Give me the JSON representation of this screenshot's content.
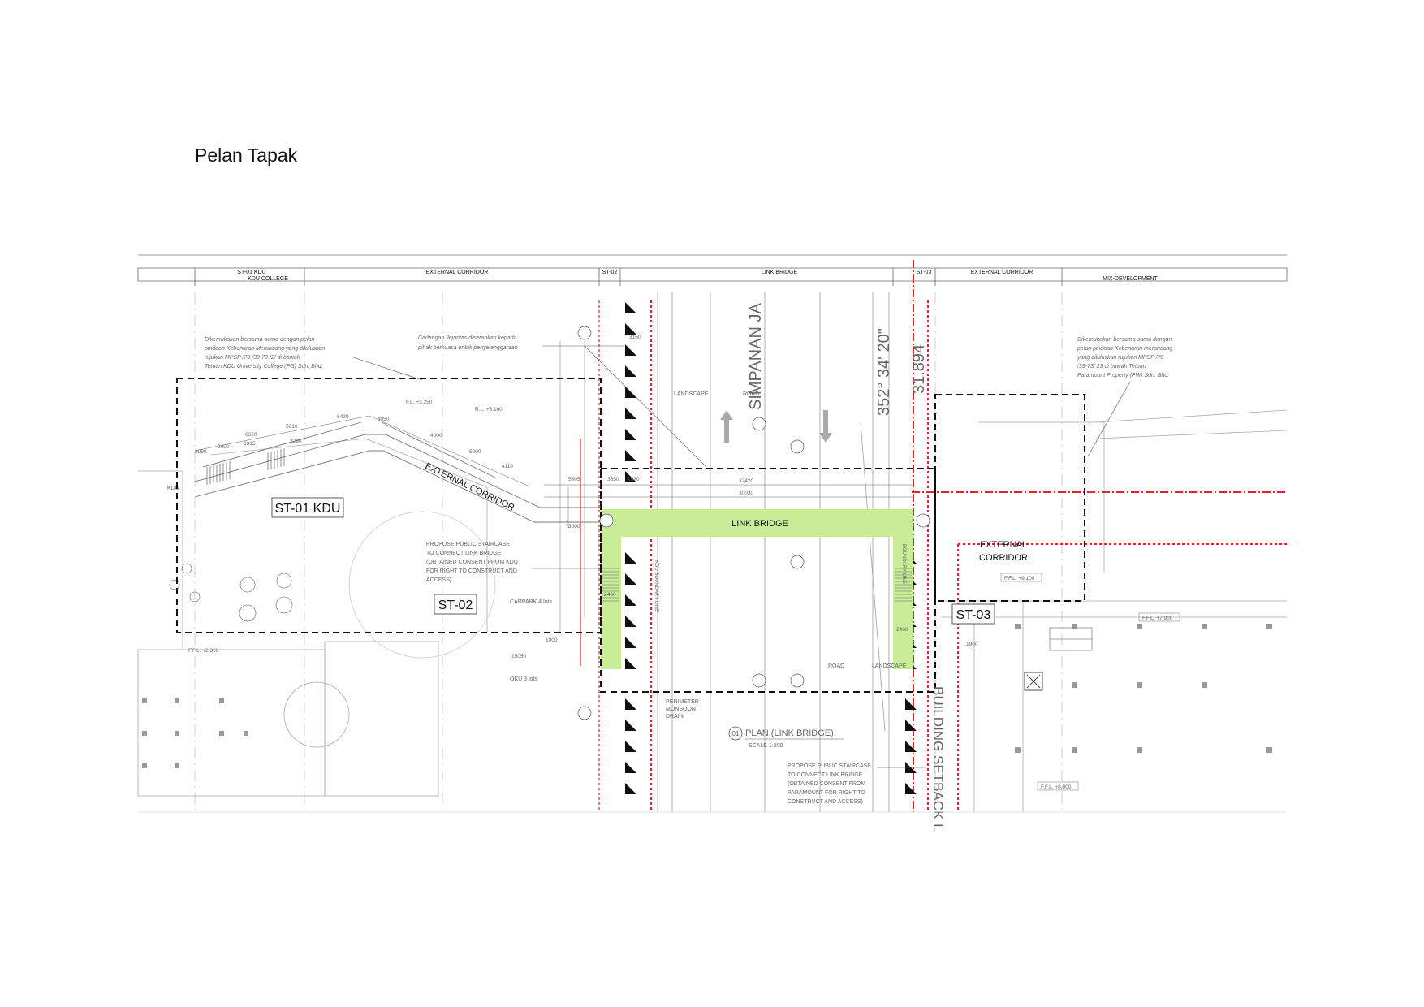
{
  "page": {
    "title": "Pelan Tapak"
  },
  "header_zones": {
    "st01": "ST-01 KDU",
    "kdu_college": "KDU COLLEGE",
    "external_corridor_1": "EXTERNAL CORRIDOR",
    "st02": "ST-02",
    "link_bridge": "LINK BRIDGE",
    "st03": "ST-03",
    "external_corridor_2": "EXTERNAL CORRIDOR",
    "mix_development": "MIX-DEVELOPMENT"
  },
  "notes": {
    "kdu": [
      "Dikemukakan bersama-sama dengan pelan",
      "pindaan Kebenaran Merancang yang diluluskan",
      "rujukan MPSP /70 /39-73 /2/ di bawah",
      "Tetuan KDU University College (PG) Sdn. Bhd."
    ],
    "jejantas": [
      "Cadangan Jejantas diserahkan kepada",
      "pihak berkuasa untuk penyelenggaraan"
    ],
    "paramount": [
      "Dikemukakan bersama-sama dengan",
      "pelan pindaan Kebenaran merancang",
      "yang diluluskan rujukan MPSP /70",
      "/39-73/ 23 di bawah Tetuan",
      "Paramount Property (PW) Sdn. Bhd."
    ],
    "staircase_kdu": [
      "PROPOSE PUBLIC STAIRCASE",
      "TO CONNECT LINK BRIDGE",
      "(OBTAINED CONSENT FROM KDU",
      "FOR RIGHT TO CONSTRUCT AND",
      "ACCESS)"
    ],
    "staircase_paramount": [
      "PROPOSE PUBLIC STAIRCASE",
      "TO CONNECT LINK BRIDGE",
      "(OBTAINED CONSENT FROM",
      "PARAMOUNT FOR RIGHT TO",
      "CONSTRUCT AND ACCESS)"
    ]
  },
  "labels": {
    "st01_box": "ST-01 KDU",
    "st02_box": "ST-02",
    "st03_box": "ST-03",
    "link_bridge": "LINK BRIDGE",
    "external_corridor_diag": "EXTERNAL CORRIDOR",
    "external_corridor_right_1": "EXTERNAL",
    "external_corridor_right_2": "CORRIDOR",
    "road_name": "SIMPANAN JA",
    "bearing": "352° 34' 20\"",
    "distance": "31.894",
    "setback": "BUILDING SETBACK L",
    "kdu_boundary": "KDU BOUNDARY LINE",
    "boundary_right": "BOUNDARY LINE",
    "landscape_1": "LANDSCAPE",
    "landscape_2": "LANDSCAPE",
    "road_1": "ROAD",
    "road_2": "ROAD",
    "carpark": "CARPARK 4 lots",
    "oku": "OKU 3 lots",
    "drain": [
      "PERIMETER",
      "MONSOON",
      "DRAIN"
    ],
    "plan_title": "PLAN (LINK BRIDGE)",
    "plan_number": "01",
    "plan_scale": "SCALE 1:200",
    "kdu_tag": "KDU",
    "ffl_9100": "F.F.L. +9.100",
    "ffl_7900": "F.F.L. +7.900",
    "ffl_8000": "F.F.L. +8.000",
    "fl_3250": "F.L. +3.250",
    "rl_3100": "R.L. +3.100",
    "ffl_2350": "F.F.L. +2.350"
  },
  "dimensions": {
    "d6420": "6420",
    "d5610": "5610",
    "d6320": "6320",
    "d2290": "2290",
    "d2990": "2990",
    "d3315": "3315",
    "d2000": "2000",
    "d4050": "4050",
    "d4000": "4000",
    "d5000": "5000",
    "d4110": "4110",
    "d5605": "5605",
    "d3650": "3650",
    "d2570": "2570",
    "d3000": "3000",
    "d2400a": "2400",
    "d2400b": "2400",
    "d15050": "15050",
    "d1000": "1000",
    "d32420": "32420",
    "d30030": "30030",
    "d3160": "3160",
    "d1900": "1900"
  },
  "colors": {
    "link_bridge": "#c8ec98",
    "setback": "#e8202a",
    "dashed_box": "#111111"
  }
}
